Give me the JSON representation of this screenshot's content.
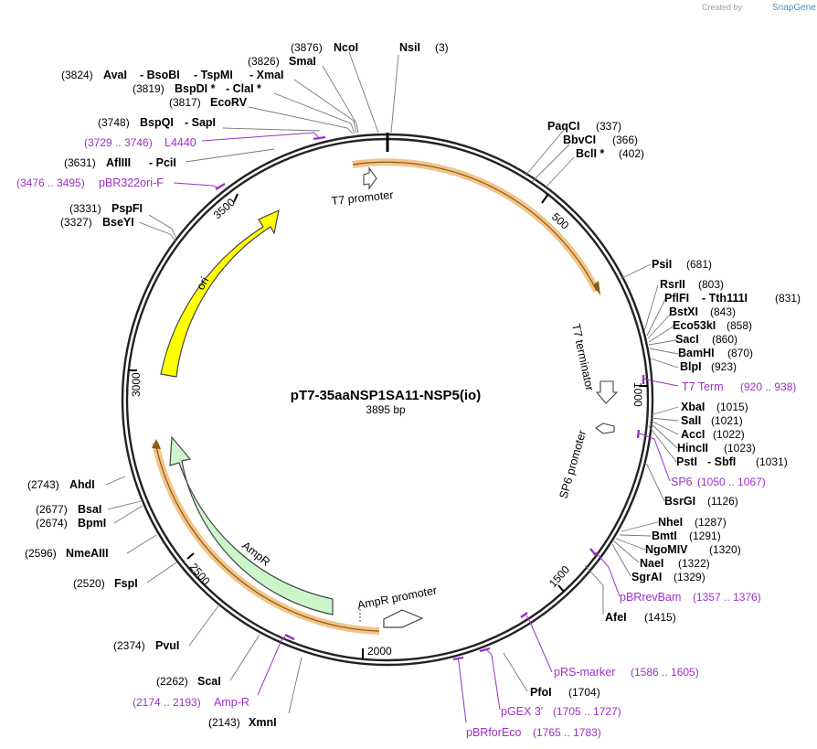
{
  "header": {
    "credit": "Created by",
    "credit_brand": "SnapGene"
  },
  "plasmid": {
    "name": "pT7-35aaNSP1SA11-NSP5(io)",
    "length": "3895 bp"
  },
  "scale_ticks": [
    "500",
    "1000",
    "1500",
    "2000",
    "2500",
    "3000",
    "3500"
  ],
  "features": {
    "t7_promoter": "T7 promoter",
    "t7_terminator": "T7 terminator",
    "sp6_promoter": "SP6 promoter",
    "ori": "ori",
    "ampr": "AmpR",
    "ampr_promoter": "AmpR promoter"
  },
  "sites": [
    {
      "name": "NcoI",
      "pos": "(3876)"
    },
    {
      "name": "NsiI",
      "pos": "(3)"
    },
    {
      "name": "SmaI",
      "pos": "(3826)"
    },
    {
      "name": "AvaI",
      "pos": "(3824)"
    },
    {
      "name": "- BsoBI",
      "pos": ""
    },
    {
      "name": "- TspMI",
      "pos": ""
    },
    {
      "name": "- XmaI",
      "pos": ""
    },
    {
      "name": "BspDI *",
      "pos": "(3819)"
    },
    {
      "name": "- ClaI *",
      "pos": ""
    },
    {
      "name": "EcoRV",
      "pos": "(3817)"
    },
    {
      "name": "BspQI",
      "pos": "(3748)"
    },
    {
      "name": "- SapI",
      "pos": ""
    },
    {
      "name": "AflIII",
      "pos": "(3631)"
    },
    {
      "name": "- PciI",
      "pos": ""
    },
    {
      "name": "PspFI",
      "pos": "(3331)"
    },
    {
      "name": "BseYI",
      "pos": "(3327)"
    },
    {
      "name": "PaqCI",
      "pos": "(337)"
    },
    {
      "name": "BbvCI",
      "pos": "(366)"
    },
    {
      "name": "BclI *",
      "pos": "(402)"
    },
    {
      "name": "PsiI",
      "pos": "(681)"
    },
    {
      "name": "RsrII",
      "pos": "(803)"
    },
    {
      "name": "PflFI",
      "pos": ""
    },
    {
      "name": "- Tth111I",
      "pos": "(831)"
    },
    {
      "name": "BstXI",
      "pos": "(843)"
    },
    {
      "name": "Eco53kI",
      "pos": "(858)"
    },
    {
      "name": "SacI",
      "pos": "(860)"
    },
    {
      "name": "BamHI",
      "pos": "(870)"
    },
    {
      "name": "BlpI",
      "pos": "(923)"
    },
    {
      "name": "XbaI",
      "pos": "(1015)"
    },
    {
      "name": "SalI",
      "pos": "(1021)"
    },
    {
      "name": "AccI",
      "pos": "(1022)"
    },
    {
      "name": "HincII",
      "pos": "(1023)"
    },
    {
      "name": "PstI",
      "pos": ""
    },
    {
      "name": "- SbfI",
      "pos": "(1031)"
    },
    {
      "name": "BsrGI",
      "pos": "(1126)"
    },
    {
      "name": "NheI",
      "pos": "(1287)"
    },
    {
      "name": "BmtI",
      "pos": "(1291)"
    },
    {
      "name": "NgoMIV",
      "pos": "(1320)"
    },
    {
      "name": "NaeI",
      "pos": "(1322)"
    },
    {
      "name": "SgrAI",
      "pos": "(1329)"
    },
    {
      "name": "AfeI",
      "pos": "(1415)"
    },
    {
      "name": "PfoI",
      "pos": "(1704)"
    },
    {
      "name": "XmnI",
      "pos": "(2143)"
    },
    {
      "name": "ScaI",
      "pos": "(2262)"
    },
    {
      "name": "PvuI",
      "pos": "(2374)"
    },
    {
      "name": "FspI",
      "pos": "(2520)"
    },
    {
      "name": "NmeAIII",
      "pos": "(2596)"
    },
    {
      "name": "BpmI",
      "pos": "(2674)"
    },
    {
      "name": "BsaI",
      "pos": "(2677)"
    },
    {
      "name": "AhdI",
      "pos": "(2743)"
    }
  ],
  "primers": [
    {
      "name": "L4440",
      "range": "(3729 .. 3746)"
    },
    {
      "name": "pBR322ori-F",
      "range": "(3476 .. 3495)"
    },
    {
      "name": "T7 Term",
      "range": "(920 .. 938)"
    },
    {
      "name": "SP6",
      "range": "(1050 .. 1067)"
    },
    {
      "name": "pBRrevBam",
      "range": "(1357 .. 1376)"
    },
    {
      "name": "pRS-marker",
      "range": "(1586 .. 1605)"
    },
    {
      "name": "pGEX 3'",
      "range": "(1705 .. 1727)"
    },
    {
      "name": "pBRforEco",
      "range": "(1765 .. 1783)"
    },
    {
      "name": "Amp-R",
      "range": "(2174 .. 2193)"
    }
  ],
  "colors": {
    "backbone": "#222222",
    "ori": "#ffff00",
    "ampr": "#ccf5cc",
    "highlight": "#f2c48a",
    "primer": "#9b30c8",
    "leader": "#777777"
  }
}
